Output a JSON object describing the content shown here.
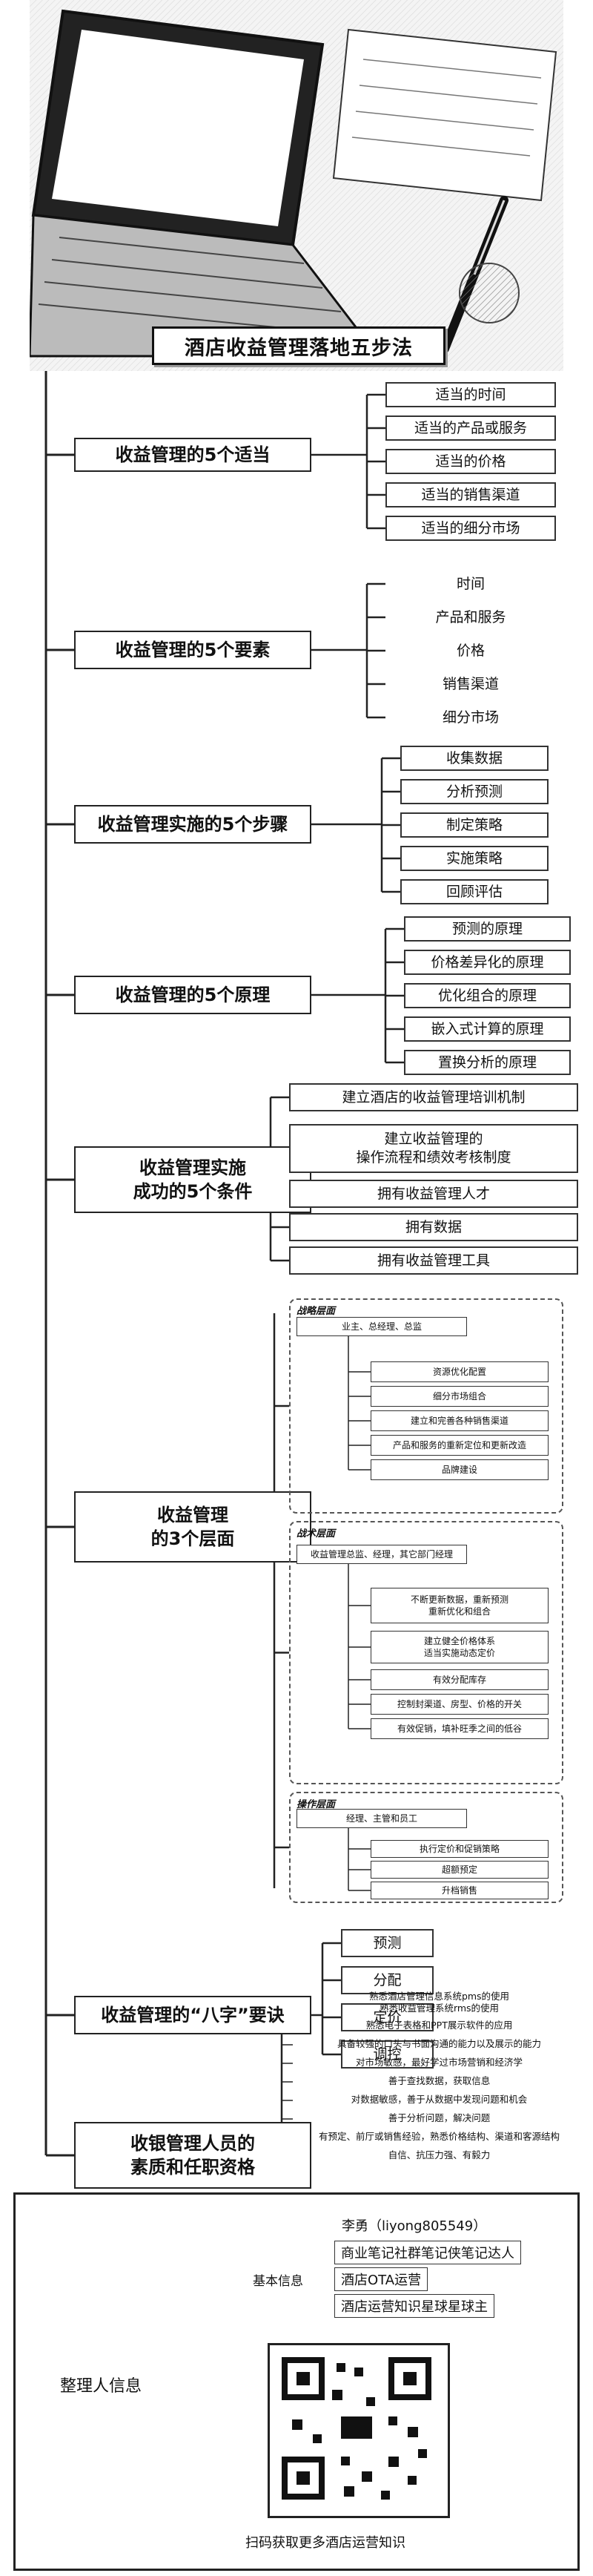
{
  "title": "酒店收益管理落地五步法",
  "branches": [
    {
      "label": "收益管理的5个适当",
      "items": [
        "适当的时间",
        "适当的产品或服务",
        "适当的价格",
        "适当的销售渠道",
        "适当的细分市场"
      ]
    },
    {
      "label": "收益管理的5个要素",
      "items": [
        "时间",
        "产品和服务",
        "价格",
        "销售渠道",
        "细分市场"
      ]
    },
    {
      "label": "收益管理实施的5个步骤",
      "items": [
        "收集数据",
        "分析预测",
        "制定策略",
        "实施策略",
        "回顾评估"
      ]
    },
    {
      "label": "收益管理的5个原理",
      "items": [
        "预测的原理",
        "价格差异化的原理",
        "优化组合的原理",
        "嵌入式计算的原理",
        "置换分析的原理"
      ]
    },
    {
      "label": "收益管理实施\n成功的5个条件",
      "items": [
        "建立酒店的收益管理培训机制",
        "建立收益管理的\n操作流程和绩效考核制度",
        "拥有收益管理人才",
        "拥有数据",
        "拥有收益管理工具"
      ]
    },
    {
      "label": "收益管理\n的3个层面",
      "levels": [
        {
          "name": "战略层面",
          "owner": "业主、总经理、总监",
          "tasks": [
            "资源优化配置",
            "细分市场组合",
            "建立和完善各种销售渠道",
            "产品和服务的重新定位和更新改造",
            "品牌建设"
          ]
        },
        {
          "name": "战术层面",
          "owner": "收益管理总监、经理，其它部门经理",
          "tasks": [
            "不断更新数据，重新预测\n重新优化和组合",
            "建立健全价格体系\n适当实施动态定价",
            "有效分配库存",
            "控制封渠道、房型、价格的开关",
            "有效促销，填补旺季之间的低谷"
          ]
        },
        {
          "name": "操作层面",
          "owner": "经理、主管和员工",
          "tasks": [
            "执行定价和促销策略",
            "超额预定",
            "升档销售"
          ]
        }
      ]
    },
    {
      "label": "收益管理的“八字”要诀",
      "items": [
        "预测",
        "分配",
        "定价",
        "调控"
      ]
    },
    {
      "label": "收银管理人员的\n素质和任职资格",
      "quals": [
        "熟悉酒店管理信息系统pms的使用\n熟悉收益管理系统rms的使用",
        "熟悉电子表格和PPT展示软件的应用",
        "具备较强的口头与书面沟通的能力以及展示的能力",
        "对市场敏感，最好学过市场营销和经济学",
        "善于查找数据，获取信息",
        "对数据敏感，善于从数据中发现问题和机会",
        "善于分析问题，解决问题",
        "有预定、前厅或销售经验，熟悉价格结构、渠道和客源结构",
        "自信、抗压力强、有毅力"
      ]
    }
  ],
  "footer": {
    "label": "整理人信息",
    "basic_label": "基本信息",
    "author": "李勇（liyong805549）",
    "roles": [
      "商业笔记社群笔记侠笔记达人",
      "酒店OTA运营",
      "酒店运营知识星球星球主"
    ],
    "qr_caption": "扫码获取更多酒店运营知识"
  },
  "colors": {
    "line": "#222222",
    "box_border": "#333333",
    "background": "#ffffff"
  }
}
